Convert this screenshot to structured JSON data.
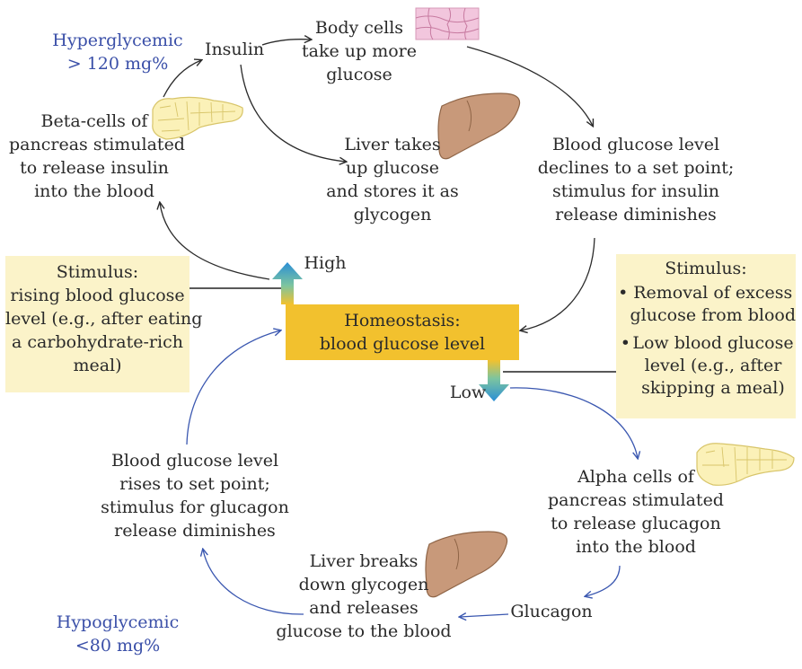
{
  "hyper": {
    "l1": "Hyperglycemic",
    "l2": "> 120 mg%"
  },
  "insulin": "Insulin",
  "body_cells": {
    "l1": "Body cells",
    "l2": "take up more",
    "l3": "glucose"
  },
  "beta": {
    "l1": "Beta-cells of",
    "l2": "pancreas stimulated",
    "l3": "to release insulin",
    "l4": "into the blood"
  },
  "liver_up": {
    "l1": "Liver takes",
    "l2": "up glucose",
    "l3": "and stores it as",
    "l4": "glycogen"
  },
  "declines": {
    "l1": "Blood glucose level",
    "l2": "declines to a set point;",
    "l3": "stimulus for insulin",
    "l4": "release diminishes"
  },
  "stimulus_high": {
    "l1": "Stimulus:",
    "l2": "rising blood glucose",
    "l3": "level (e.g., after eating",
    "l4": "a carbohydrate-rich",
    "l5": "meal)"
  },
  "high": "High",
  "low": "Low",
  "homeostasis": {
    "l1": "Homeostasis:",
    "l2": "blood glucose level"
  },
  "stimulus_low": {
    "title": "Stimulus:",
    "b1l1": "Removal of excess",
    "b1l2": "glucose from blood",
    "b2l1": "Low blood glucose",
    "b2l2": "level (e.g., after",
    "b2l3": "skipping a meal)",
    "bullet": "•"
  },
  "rises": {
    "l1": "Blood glucose level",
    "l2": "rises to set point;",
    "l3": "stimulus for glucagon",
    "l4": "release diminishes"
  },
  "alpha": {
    "l1": "Alpha cells of",
    "l2": "pancreas stimulated",
    "l3": "to release glucagon",
    "l4": "into the blood"
  },
  "liver_down": {
    "l1": "Liver breaks",
    "l2": "down glycogen",
    "l3": "and releases",
    "l4": "glucose to the blood"
  },
  "glucagon": "Glucagon",
  "hypo": {
    "l1": "Hypoglycemic",
    "l2": "<80 mg%"
  },
  "colors": {
    "arrow_blue": "#3a57b0",
    "homeostasis": "#f2c12e",
    "stimulus_box": "#fbf3c9",
    "label_blue": "#3a4fa8"
  }
}
